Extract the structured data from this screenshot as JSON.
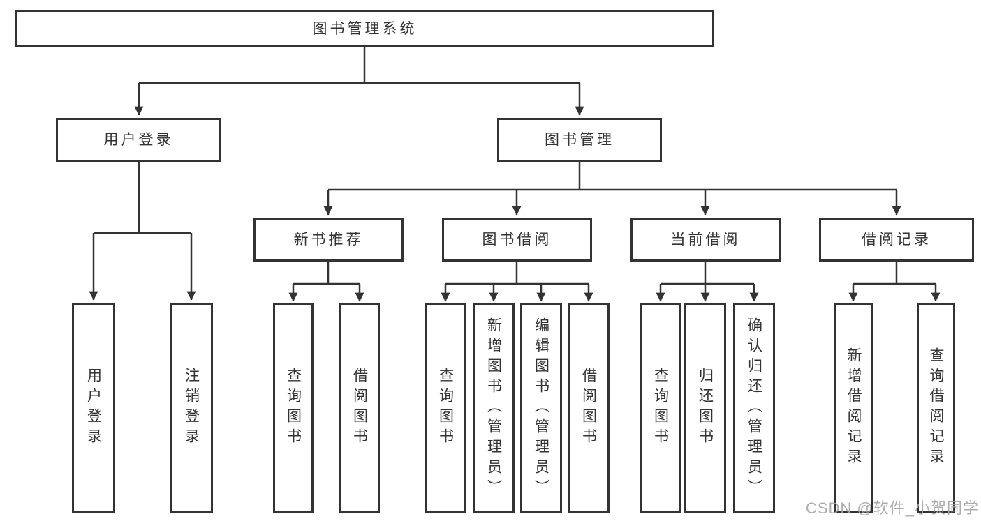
{
  "diagram": {
    "title": "图书管理系统",
    "nodes": {
      "root": {
        "label": "图书管理系统"
      },
      "userLogin": {
        "label": "用户登录"
      },
      "bookMgmt": {
        "label": "图书管理"
      },
      "newBookRec": {
        "label": "新书推荐"
      },
      "bookBorrow": {
        "label": "图书借阅"
      },
      "currentBorrow": {
        "label": "当前借阅"
      },
      "borrowRecord": {
        "label": "借阅记录"
      },
      "leafUserLogin": {
        "label": "用户登录"
      },
      "leafLogout": {
        "label": "注销登录"
      },
      "leafQueryBook1": {
        "label": "查询图书"
      },
      "leafBorrowBook1": {
        "label": "借阅图书"
      },
      "leafQueryBook2": {
        "label": "查询图书"
      },
      "leafAddBook": {
        "label": "新增图书（管理员）"
      },
      "leafEditBook": {
        "label": "编辑图书（管理员）"
      },
      "leafBorrowBook2": {
        "label": "借阅图书"
      },
      "leafQueryBook3": {
        "label": "查询图书"
      },
      "leafReturnBook": {
        "label": "归还图书"
      },
      "leafConfirmReturn": {
        "label": "确认归还（管理员）"
      },
      "leafAddBorrowRecord": {
        "label": "新增借阅记录"
      },
      "leafQueryBorrowRecord": {
        "label": "查询借阅记录"
      }
    },
    "hierarchy": {
      "图书管理系统": {
        "用户登录": [
          "用户登录",
          "注销登录"
        ],
        "图书管理": {
          "新书推荐": [
            "查询图书",
            "借阅图书"
          ],
          "图书借阅": [
            "查询图书",
            "新增图书（管理员）",
            "编辑图书（管理员）",
            "借阅图书"
          ],
          "当前借阅": [
            "查询图书",
            "归还图书",
            "确认归还（管理员）"
          ],
          "借阅记录": [
            "新增借阅记录",
            "查询借阅记录"
          ]
        }
      }
    },
    "colors": {
      "line": "#333333",
      "border": "#333333",
      "text": "#333333",
      "background": "#ffffff",
      "watermark": "#a5a5a5"
    }
  },
  "watermark": {
    "text": "CSDN @软件_小贺同学"
  }
}
